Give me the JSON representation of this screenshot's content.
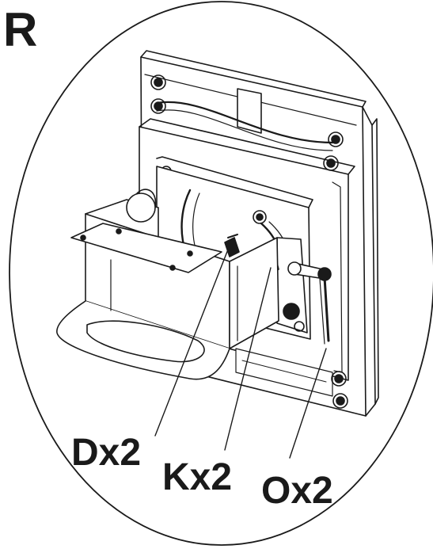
{
  "step_label": "R",
  "callouts": {
    "d": "Dx2",
    "k": "Kx2",
    "o": "Ox2"
  },
  "colors": {
    "ink": "#1a1a1a",
    "background": "#ffffff"
  }
}
